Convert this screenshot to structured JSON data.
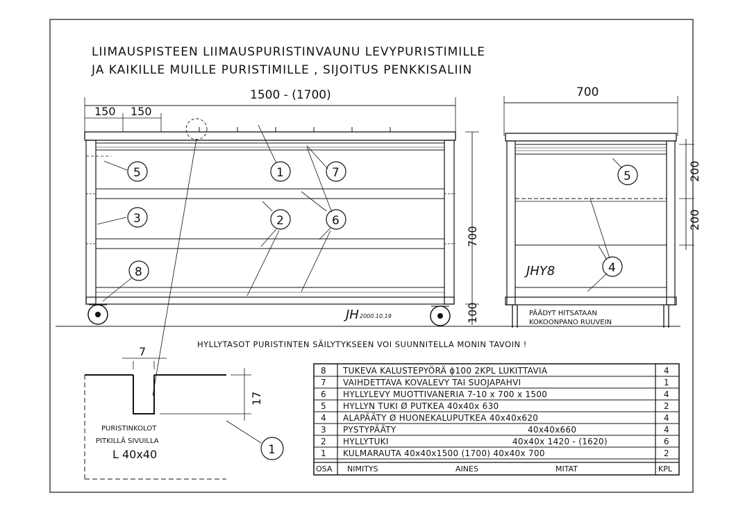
{
  "title": {
    "line1": "LIIMAUSPISTEEN   LIIMAUSPURISTINVAUNU   LEVYPURISTIMILLE",
    "line2": "JA KAIKILLE MUILLE PURISTIMILLE , SIJOITUS PENKKISALIIN"
  },
  "front_view": {
    "dim_total": "1500 - (1700)",
    "dim_a": "150",
    "dim_b": "150",
    "dim_height": "700",
    "dim_wheel": "100",
    "callouts": [
      "5",
      "1",
      "7",
      "3",
      "2",
      "6",
      "8"
    ],
    "signature": "JH",
    "signature_date": "2000.10.19"
  },
  "side_view": {
    "dim_width": "700",
    "dim_upper": "200",
    "dim_lower": "200",
    "callouts": [
      "5",
      "4"
    ],
    "signature": "JHY8",
    "note_line1": "PÄÄDYT HITSATAAN",
    "note_line2": "KOKOONPANO RUUVEIN"
  },
  "remark": "HYLLYTASOT PURISTINTEN SÄILYTYKSEEN VOI SUUNNITELLA MONIN TAVOIN !",
  "detail": {
    "dim_width": "7",
    "dim_depth": "17",
    "text_line1": "PURISTINKOLOT",
    "text_line2": "PITKILLÄ SIVUILLA",
    "text_line3": "L 40x40",
    "callout": "1"
  },
  "parts_list": {
    "rows": [
      {
        "osa": "8",
        "nimitys": "TUKEVA KALUSTEPYÖRÄ ϕ100  2KPL LUKITTAVIA",
        "mitat": "",
        "kpl": "4"
      },
      {
        "osa": "7",
        "nimitys": "VAIHDETTAVA KOVALEVY TAI SUOJAPAHVI",
        "mitat": "",
        "kpl": "1"
      },
      {
        "osa": "6",
        "nimitys": "HYLLYLEVY  MUOTTIVANERIA  7-10 x 700 x 1500",
        "mitat": "",
        "kpl": "4"
      },
      {
        "osa": "5",
        "nimitys": "HYLLYN TUKI   Ø PUTKEA  40x40x 630",
        "mitat": "",
        "kpl": "2"
      },
      {
        "osa": "4",
        "nimitys": "ALAPÄÄTY Ø HUONEKALUPUTKEA  40x40x620",
        "mitat": "",
        "kpl": "4"
      },
      {
        "osa": "3",
        "nimitys": "PYSTYPÄÄTY",
        "mitat": "40x40x660",
        "kpl": "4"
      },
      {
        "osa": "2",
        "nimitys": "HYLLYTUKI",
        "mitat": "40x40x 1420 - (1620)",
        "kpl": "6"
      },
      {
        "osa": "1",
        "nimitys": "KULMARAUTA 40x40x1500 (1700) 40x40x 700",
        "mitat": "",
        "kpl": "2"
      }
    ],
    "header": {
      "osa": "OSA",
      "nimitys": "NIMITYS",
      "aines": "AINES",
      "mitat": "MITAT",
      "kpl": "KPL"
    }
  }
}
